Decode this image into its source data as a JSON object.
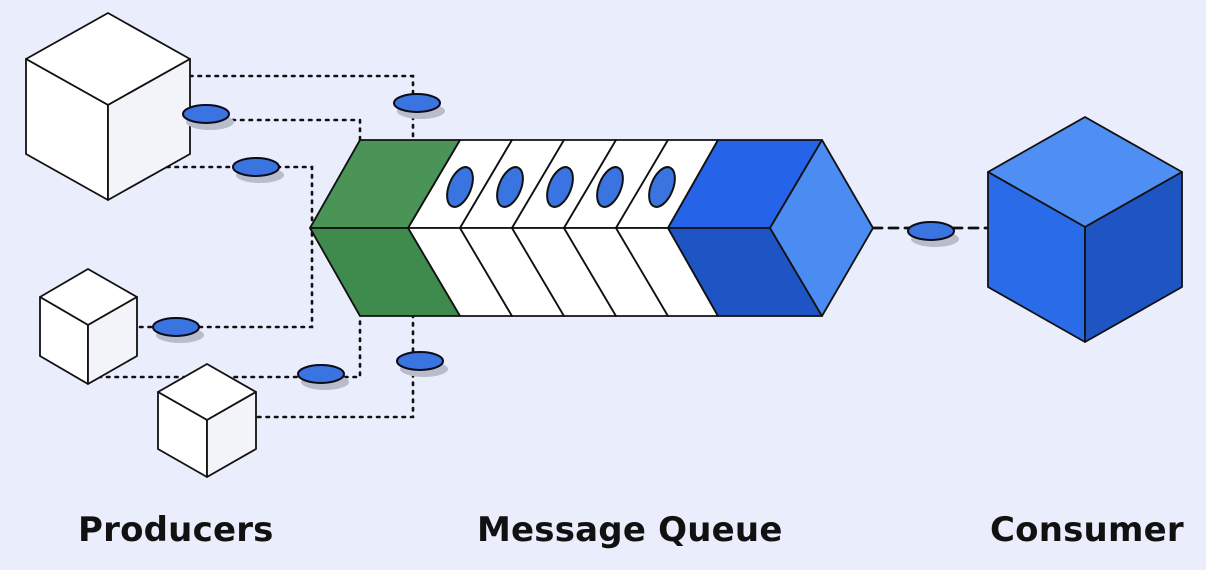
{
  "labels": {
    "producers": "Producers",
    "queue": "Message Queue",
    "consumer": "Consumer"
  },
  "colors": {
    "background": "#eaedfb",
    "queue_head_green": "#4a9458",
    "queue_tail_blue": "#2b6bea",
    "message_blue": "#3a74e0",
    "consumer_blue": "#2e6ee8"
  },
  "icons": {
    "producer": "cube-icon",
    "consumer": "cube-icon",
    "message": "message-disc-icon"
  }
}
